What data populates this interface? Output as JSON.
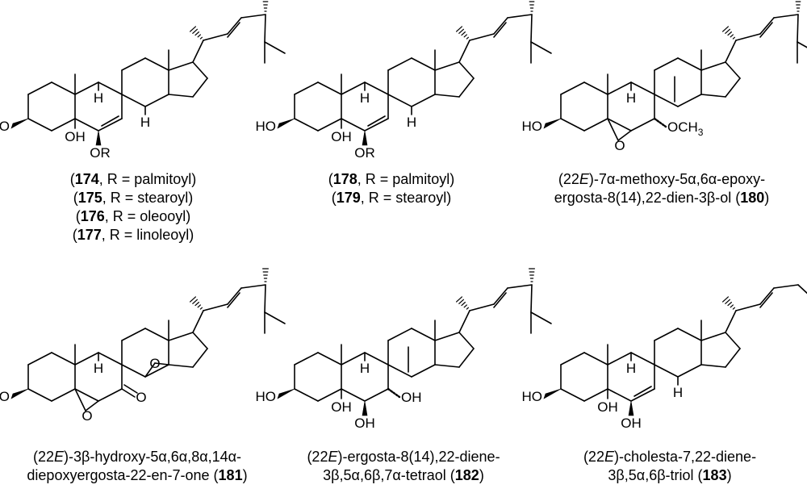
{
  "compounds": [
    {
      "lines": [
        [
          "(",
          {
            "b": "174"
          },
          ", R = palmitoyl)"
        ],
        [
          "(",
          {
            "b": "175"
          },
          ", R = stearoyl)"
        ],
        [
          "(",
          {
            "b": "176"
          },
          ", R = oleooyl)"
        ],
        [
          "(",
          {
            "b": "177"
          },
          ", R = linoleoyl)"
        ]
      ],
      "atom_labels": {
        "oh3": "HO",
        "h9": "H",
        "h14": "H",
        "oh5": "OH",
        "sub6": "OR"
      }
    },
    {
      "lines": [
        [
          "(",
          {
            "b": "178"
          },
          ", R = palmitoyl)"
        ],
        [
          "(",
          {
            "b": "179"
          },
          ", R = stearoyl)"
        ]
      ],
      "atom_labels": {
        "oh3": "HO",
        "h9": "H",
        "h14": "H",
        "oh5": "OH",
        "sub6": "OR"
      }
    },
    {
      "lines": [
        [
          "(22",
          {
            "i": "E"
          },
          ")-7α-methoxy-5α,6α-epoxy-"
        ],
        [
          "ergosta-8(14),22-dien-3β-ol (",
          {
            "b": "180"
          },
          ")"
        ]
      ],
      "atom_labels": {
        "oh3": "HO",
        "h9": "H",
        "ep": "O",
        "sub7": "OCH",
        "sub7_sub": "3"
      }
    },
    {
      "lines": [
        [
          "(22",
          {
            "i": "E"
          },
          ")-3β-hydroxy-5α,6α,8α,14α-"
        ],
        [
          "diepoxyergosta-22-en-7-one (",
          {
            "b": "181"
          },
          ")"
        ]
      ],
      "atom_labels": {
        "oh3": "HO",
        "h9": "H",
        "ep": "O",
        "ep2": "O",
        "oxo": "O"
      }
    },
    {
      "lines": [
        [
          "(22",
          {
            "i": "E"
          },
          ")-ergosta-8(14),22-diene-"
        ],
        [
          "3β,5α,6β,7α-tetraol (",
          {
            "b": "182"
          },
          ")"
        ]
      ],
      "atom_labels": {
        "oh3": "HO",
        "h9": "H",
        "oh5": "OH",
        "oh6": "OH",
        "oh7": "OH"
      }
    },
    {
      "lines": [
        [
          "(22",
          {
            "i": "E"
          },
          ")-cholesta-7,22-diene-"
        ],
        [
          "3β,5α,6β-triol (",
          {
            "b": "183"
          },
          ")"
        ]
      ],
      "atom_labels": {
        "oh3": "HO",
        "h9": "H",
        "h14": "H",
        "oh5": "OH",
        "oh6": "OH"
      }
    }
  ]
}
